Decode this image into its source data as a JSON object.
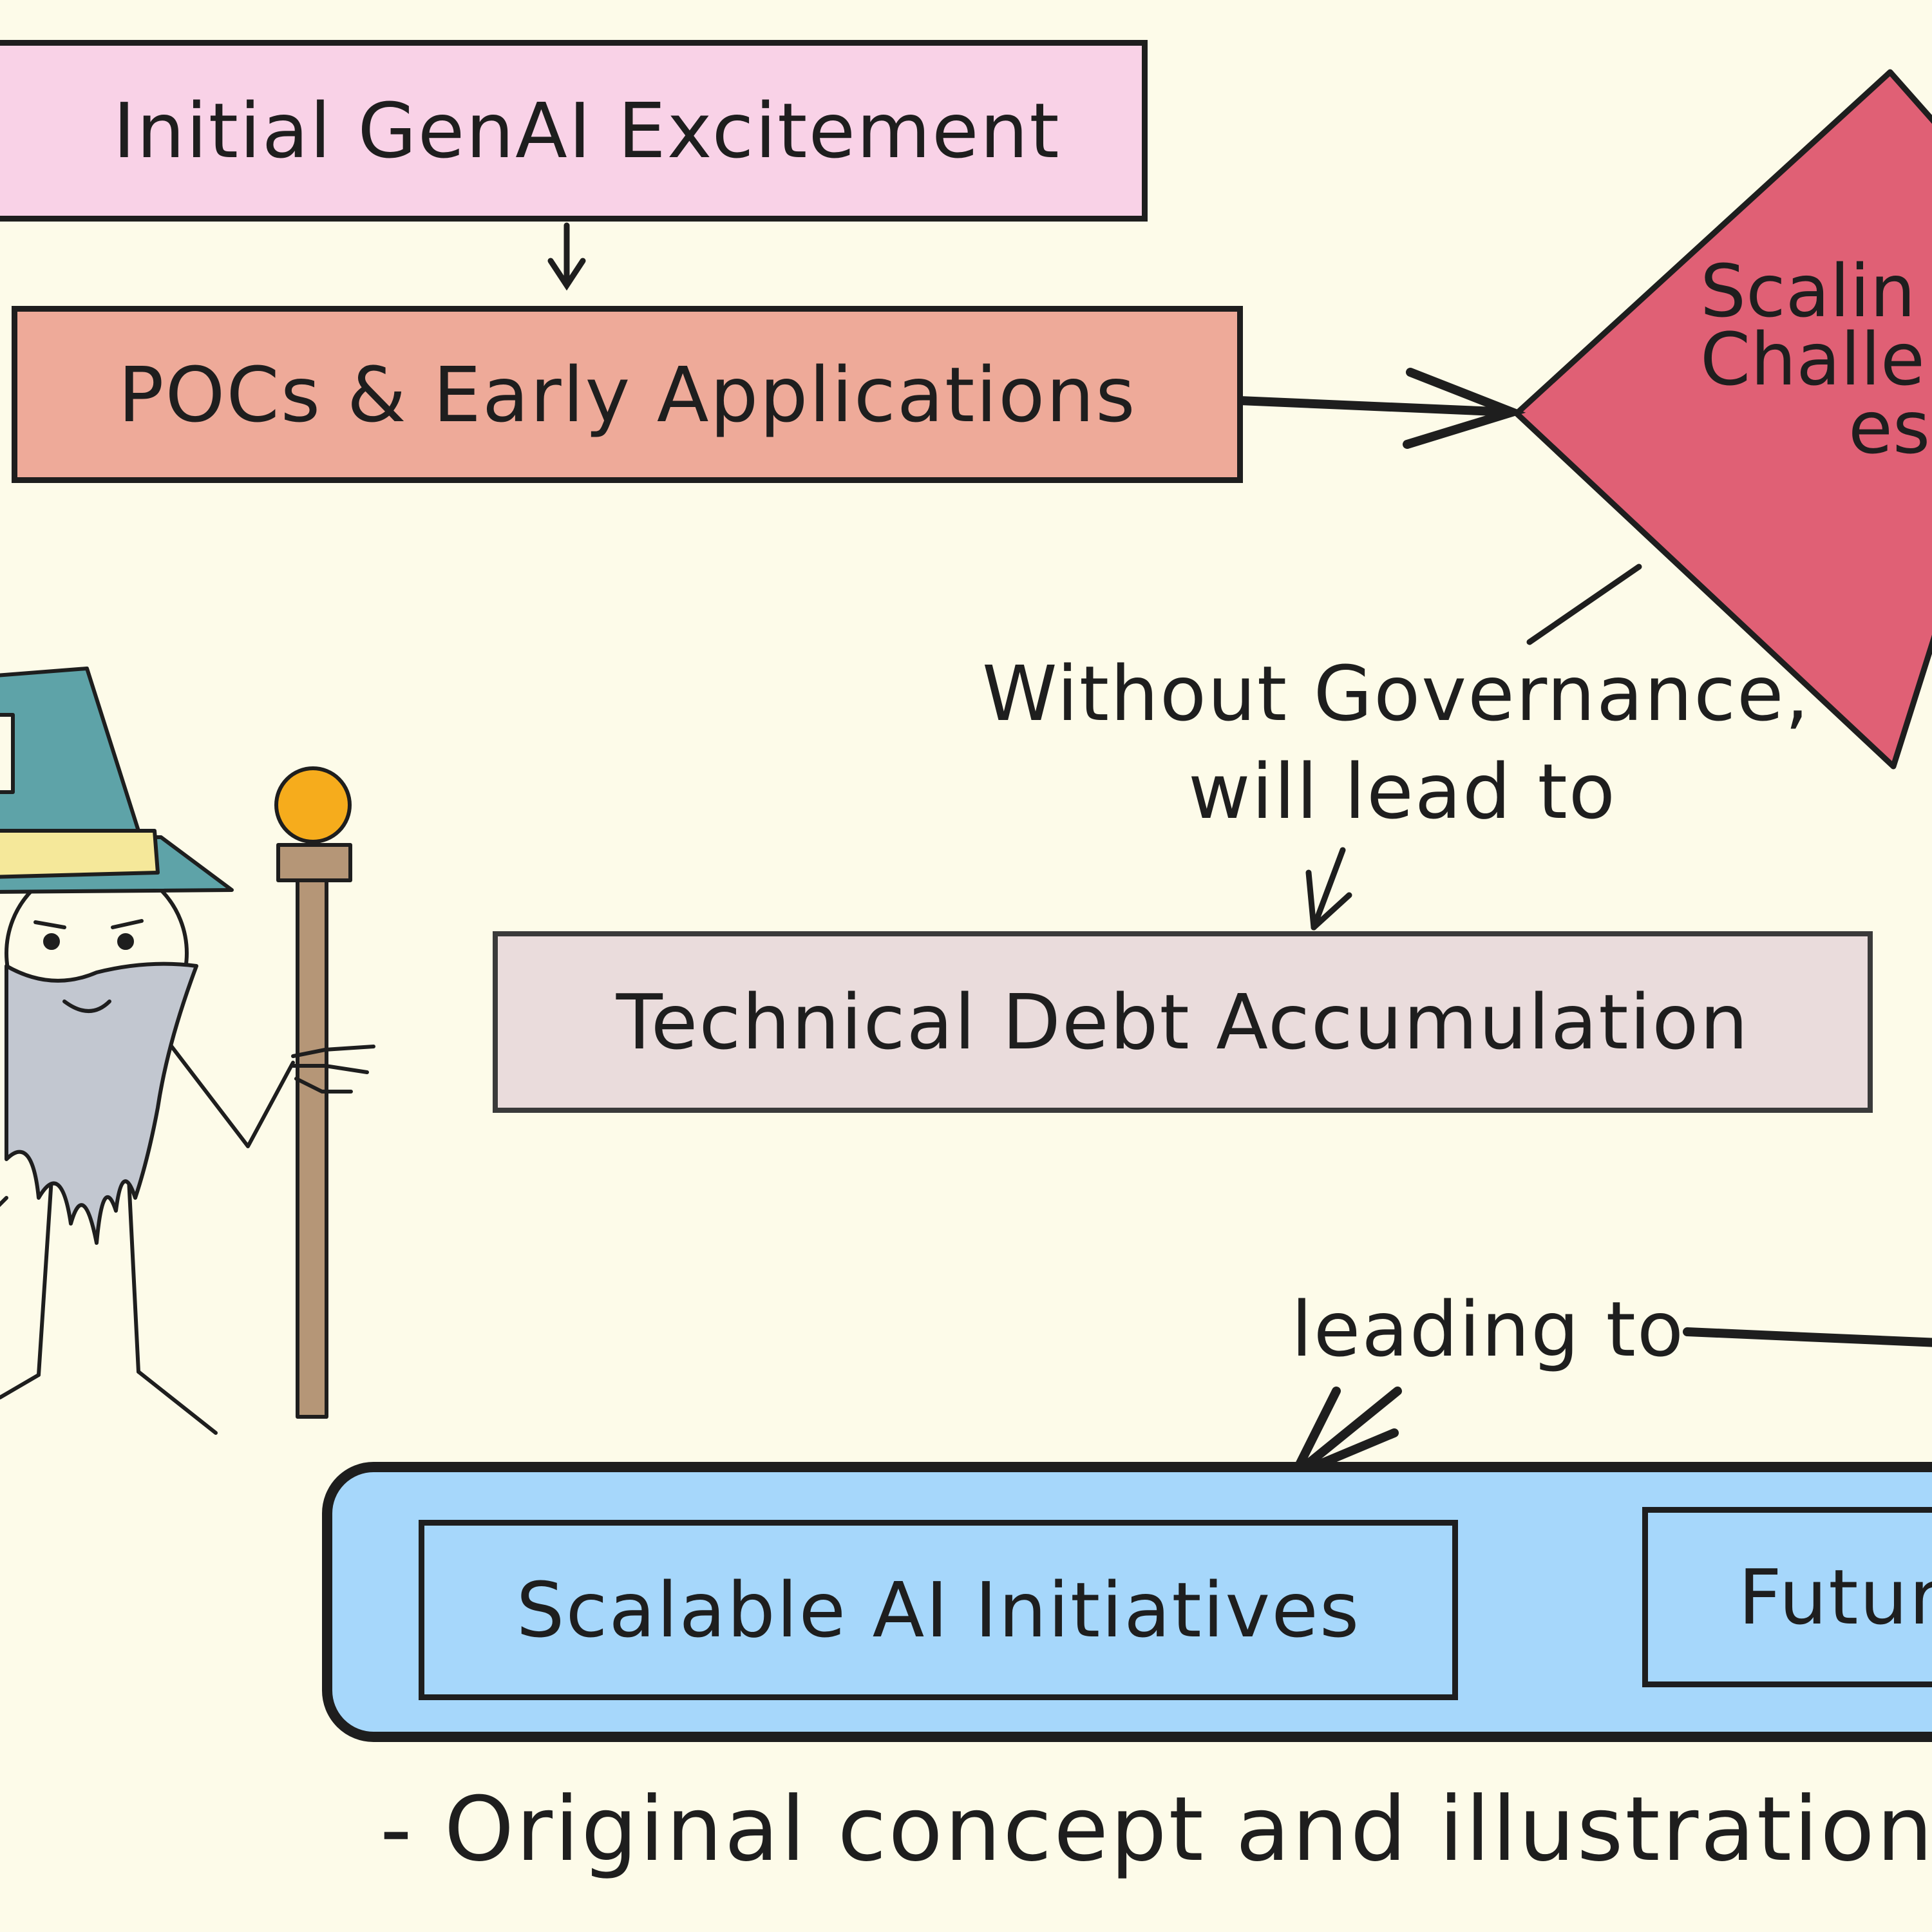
{
  "nodes": {
    "excitement": "Initial GenAI Excitement",
    "pocs": "POCs & Early Applications",
    "scaling_lines": [
      "Scalin",
      "Challe",
      "es"
    ],
    "debt": "Technical Debt Accumulation",
    "scalable": "Scalable AI Initiatives",
    "future": "Futur"
  },
  "edges": {
    "governance_line1": "Without Governance,",
    "governance_line2": "will lead to",
    "leading_to": "leading to"
  },
  "footer": {
    "credit": "- Original concept and illustration"
  },
  "colors": {
    "background": "#fdfbe9",
    "excitement_fill": "#f9d2e7",
    "pocs_fill": "#eeaa99",
    "diamond_fill": "#e06075",
    "debt_fill": "#eadcdc",
    "group_fill": "#a6d7fb",
    "stroke": "#1e1e1e"
  },
  "icons": {
    "mascot": "wizard-icon"
  }
}
